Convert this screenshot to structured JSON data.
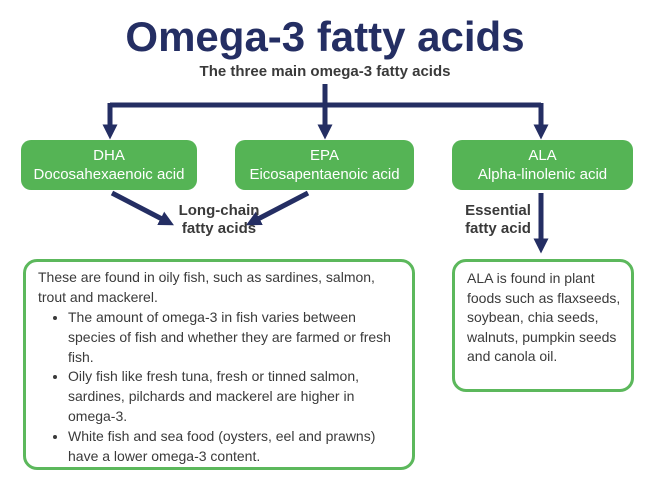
{
  "title": "Omega-3 fatty acids",
  "subtitle": "The three main omega-3 fatty acids",
  "colors": {
    "navy": "#242e63",
    "green": "#55b455",
    "green_border": "#5cb85c",
    "text": "#3a3a3a",
    "node_text": "#ffffff",
    "background": "#ffffff"
  },
  "nodes": [
    {
      "abbr": "DHA",
      "name": "Docosahexaenoic acid"
    },
    {
      "abbr": "EPA",
      "name": "Eicosapentaenoic acid"
    },
    {
      "abbr": "ALA",
      "name": "Alpha-linolenic acid"
    }
  ],
  "labels": {
    "long_chain": "Long-chain\nfatty acids",
    "essential": "Essential\nfatty acid"
  },
  "info_boxes": {
    "fish": {
      "intro": "These are found in oily fish, such as sardines, salmon, trout and mackerel.",
      "bullets": [
        "The amount of omega-3 in fish varies between species of fish and whether they are farmed or fresh fish.",
        "Oily fish like fresh tuna, fresh or tinned salmon, sardines, pilchards and mackerel are higher in omega-3.",
        "White fish and sea food (oysters, eel and prawns) have a lower omega-3 content."
      ]
    },
    "plant": {
      "text": "ALA is found in plant foods such as flaxseeds, soybean, chia seeds, walnuts, pumpkin seeds and canola oil."
    }
  }
}
